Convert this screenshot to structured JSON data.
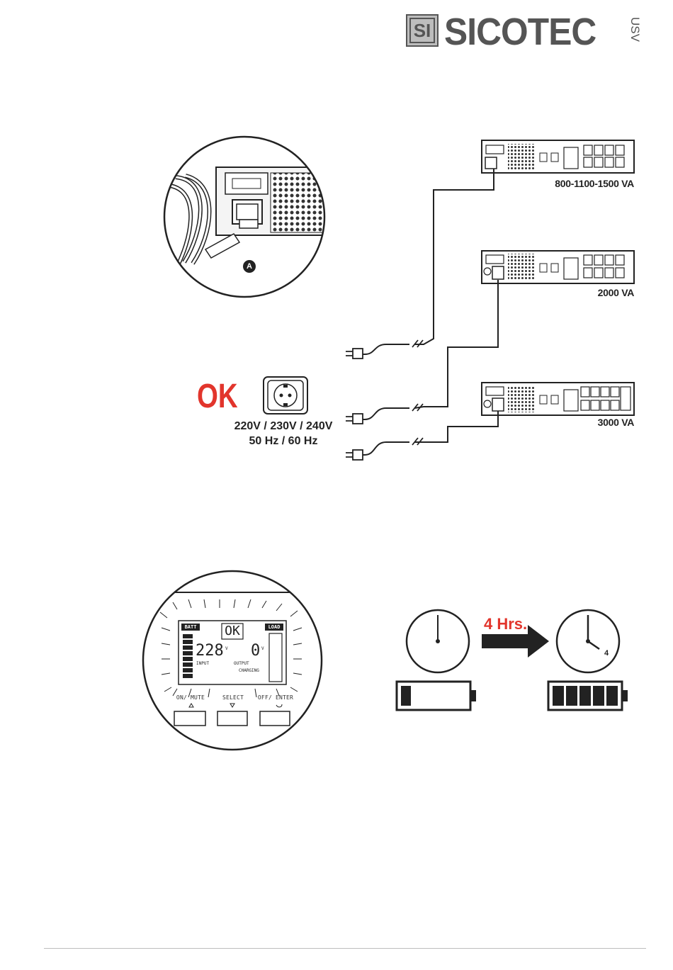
{
  "logo": {
    "wordmark": "SICOTEC",
    "sub": "USV",
    "badge": "SI"
  },
  "connection_callout": {
    "marker": "A"
  },
  "models": [
    {
      "label": "800-1100-1500 VA"
    },
    {
      "label": "2000 VA"
    },
    {
      "label": "3000 VA"
    }
  ],
  "mains": {
    "ok": "OK",
    "voltage": "220V / 230V / 240V",
    "frequency": "50 Hz / 60 Hz"
  },
  "lcd": {
    "batt": "BATT",
    "load": "LOAD",
    "ok": "OK",
    "input_value": "228",
    "input_unit": "V",
    "input_label": "INPUT",
    "output_value": "0",
    "output_unit": "V",
    "output_label": "OUTPUT",
    "status": "CHARGING",
    "btn1": "ON/ MUTE",
    "btn2": "SELECT",
    "btn3": "OFF/ ENTER"
  },
  "charging": {
    "duration": "4 Hrs.",
    "clock_end_number": "4"
  }
}
